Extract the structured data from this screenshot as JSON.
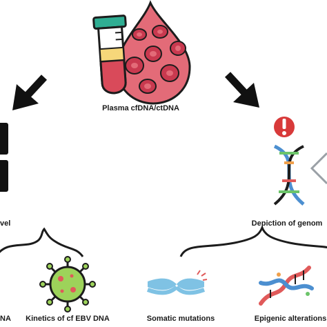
{
  "center_label": "Plasma cfDNA/ctDNA",
  "left_branch_label": "vel",
  "right_branch_label": "Depiction of genom",
  "bottom_labels": {
    "cut_left": "NA",
    "ebv": "Kinetics of cf EBV DNA",
    "somatic": "Somatic mutations",
    "epigenic": "Epigenic alterations"
  },
  "icons": [
    "test-tube-icon",
    "blood-drop-icon",
    "arrow-down-left-icon",
    "arrow-down-right-icon",
    "alert-icon",
    "dna-icon",
    "virus-icon",
    "chromosome-mutation-icon",
    "dna-strand-icon"
  ],
  "colors": {
    "blood": "#e36b78",
    "blood_dark": "#1c1c1c",
    "cell": "#c9394f",
    "tube_cap": "#2fae93",
    "alert": "#d83a3a",
    "virus": "#9dd35a",
    "chromosome": "#7fc2e4",
    "dna_blue": "#4c8fd0",
    "dna_green": "#6cc46a",
    "dna_orange": "#f0a04b",
    "dna_red": "#e05a5a"
  }
}
